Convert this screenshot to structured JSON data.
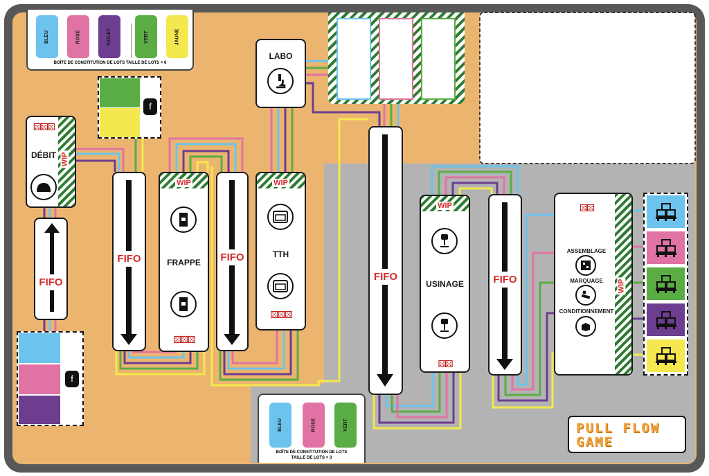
{
  "colors": {
    "bleu": "#6cc3ee",
    "rose": "#e173a4",
    "violet": "#6d3d90",
    "vert": "#5aad45",
    "jaune": "#f4e84e",
    "orange_zone": "#ebb570",
    "gray_zone": "#b3b3b3",
    "frame": "#585858",
    "wip_green": "#2e7d32",
    "fifo_red": "#d42a2a"
  },
  "lot_box_6": {
    "chips": [
      "BLEU",
      "ROSE",
      "VIOLET",
      "VERT",
      "JAUNE"
    ],
    "caption": "BOÎTE DE CONSTITUTION DE LOTS TAILLE DE LOTS = 6"
  },
  "lot_box_3": {
    "chips": [
      "BLEU",
      "ROSE",
      "VERT"
    ],
    "caption_line1": "BOÎTE DE CONSTITUTION DE LOTS",
    "caption_line2": "TAILLE DE LOTS = 3"
  },
  "stations": {
    "debit": {
      "label": "DÉBIT",
      "wip": "WIP",
      "icon": "helmet-icon",
      "dice": "⚄⚄⚄"
    },
    "frappe": {
      "label": "FRAPPE",
      "wip": "WIP",
      "icon": "press-machine-icon",
      "dice": "⚄⚄⚄"
    },
    "tth": {
      "label": "TTH",
      "wip": "WIP",
      "icon": "oven-icon",
      "dice": "⚄⚄⚄"
    },
    "labo": {
      "label": "LABO",
      "icon": "microscope-icon"
    },
    "usinage": {
      "label": "USINAGE",
      "wip": "WIP",
      "icon": "drill-icon",
      "dice": "⚄⚄"
    },
    "final": {
      "steps": [
        "ASSEMBLAGE",
        "MARQUAGE",
        "CONDITIONNEMENT"
      ],
      "wip": "WIP",
      "dice": "⚄⚄"
    }
  },
  "fifo_label": "FIFO",
  "game_title_line1": "PULL FLOW",
  "game_title_line2": "GAME"
}
